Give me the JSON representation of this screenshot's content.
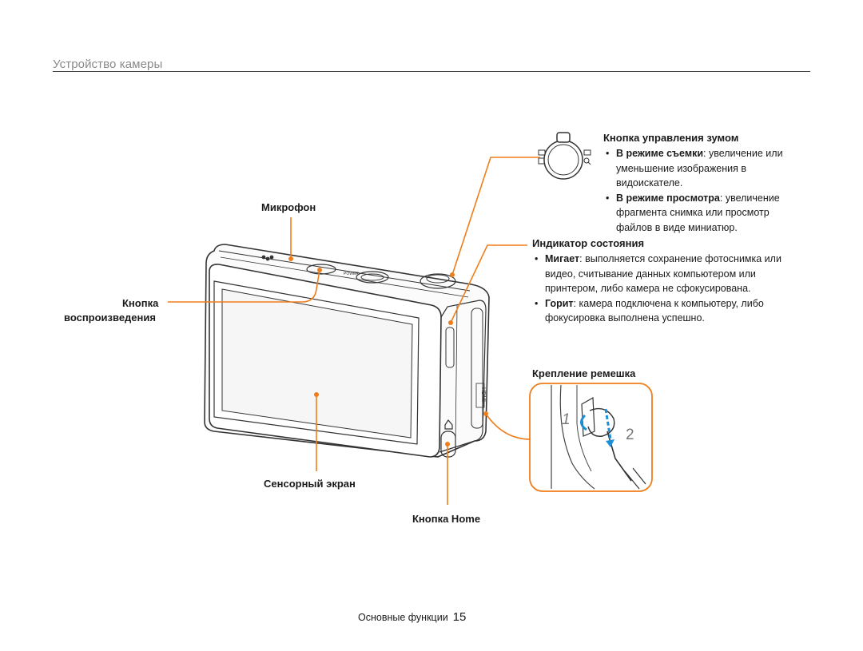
{
  "header": {
    "section_title": "Устройство камеры"
  },
  "labels": {
    "microphone": "Микрофон",
    "playback_button_line1": "Кнопка",
    "playback_button_line2": "воспроизведения",
    "touch_screen": "Сенсорный экран",
    "home_button": "Кнопка Home",
    "strap_mount": "Крепление ремешка"
  },
  "zoom": {
    "title": "Кнопка управления зумом",
    "items": [
      {
        "bold": "В режиме съемки",
        "text": ": увеличение или уменьшение изображения в видоискателе."
      },
      {
        "bold": "В режиме просмотра",
        "text": ": увеличение фрагмента снимка или просмотр файлов в виде миниатюр."
      }
    ]
  },
  "status": {
    "title": "Индикатор состояния",
    "items": [
      {
        "bold": "Мигает",
        "text": ": выполняется сохранение фотоснимка или видео, считывание данных компьютером или принтером, либо камера не сфокусирована."
      },
      {
        "bold": "Горит",
        "text": ": камера подключена к компьютеру, либо фокусировка выполнена успешно."
      }
    ]
  },
  "strap_steps": [
    "1",
    "2"
  ],
  "camera": {
    "power_label": "POWER",
    "hdmi_label": "HDMI"
  },
  "footer": {
    "text": "Основные функции",
    "page": "15"
  },
  "colors": {
    "accent": "#f07d1a",
    "rule": "#444444",
    "title_gray": "#8a8a8a"
  }
}
